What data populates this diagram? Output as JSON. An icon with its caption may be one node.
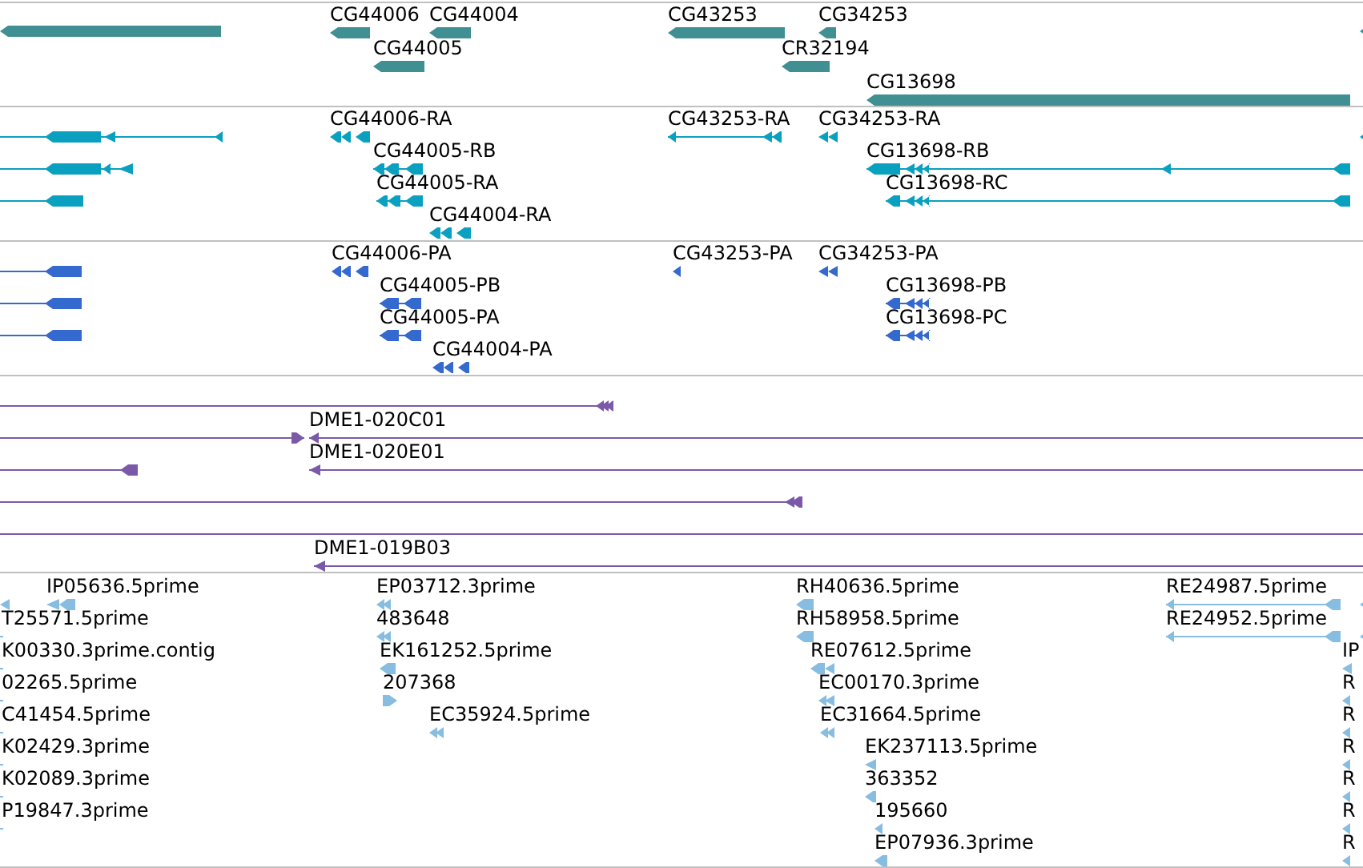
{
  "diagram": {
    "labels": [
      "CG44006",
      "CG44004",
      "CG43253",
      "CG34253",
      "CG44005",
      "CR32194",
      "CG13698",
      "CG44006-RA",
      "CG43253-RA",
      "CG34253-RA",
      "CG44005-RB",
      "CG13698-RB",
      "CG44005-RA",
      "CG13698-RC",
      "CG44004-RA",
      "CG44006-PA",
      "CG43253-PA",
      "CG34253-PA",
      "CG44005-PB",
      "CG13698-PB",
      "CG44005-PA",
      "CG13698-PC",
      "CG44004-PA",
      "DME1-020C01",
      "DME1-020E01",
      "DME1-019B03",
      "IP05636.5prime",
      "EP03712.3prime",
      "RH40636.5prime",
      "RE24987.5prime",
      "T25571.5prime",
      "483648",
      "RH58958.5prime",
      "RE24952.5prime",
      "K00330.3prime.contig",
      "EK161252.5prime",
      "RE07612.5prime",
      "IP",
      "02265.5prime",
      "207368",
      "EC00170.3prime",
      "R",
      "C41454.5prime",
      "EC35924.5prime",
      "EC31664.5prime",
      "R",
      "K02429.3prime",
      "EK237113.5prime",
      "R",
      "K02089.3prime",
      "363352",
      "R",
      "P19847.3prime",
      "195660",
      "R",
      "EP07936.3prime",
      "R"
    ]
  }
}
